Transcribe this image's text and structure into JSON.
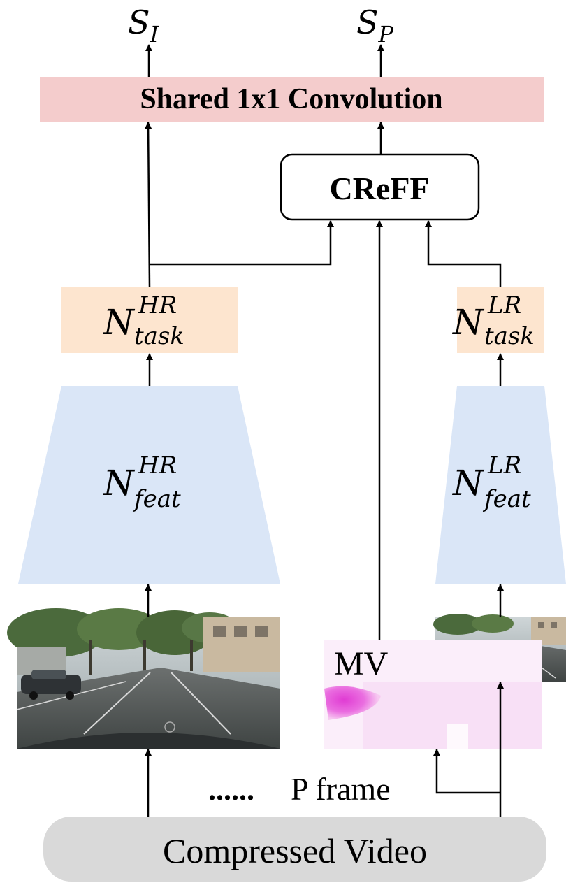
{
  "outputs": {
    "s_i": {
      "main": "S",
      "sub": "I"
    },
    "s_p": {
      "main": "S",
      "sub": "P"
    }
  },
  "shared_conv": {
    "label": "Shared 1x1 Convolution",
    "color": "#f4cccc"
  },
  "creff": {
    "label": "CReFF"
  },
  "hr_branch": {
    "task": {
      "main": "N",
      "sup": "HR",
      "sub": "task",
      "color": "#fde5cf"
    },
    "feat": {
      "main": "N",
      "sup": "HR",
      "sub": "feat",
      "color": "#dae6f7"
    },
    "image": {
      "name": "hr-street-scene-image"
    }
  },
  "lr_branch": {
    "task": {
      "main": "N",
      "sup": "LR",
      "sub": "task",
      "color": "#fde5cf"
    },
    "feat": {
      "main": "N",
      "sup": "LR",
      "sub": "feat",
      "color": "#dae6f7"
    },
    "image": {
      "name": "lr-street-scene-image"
    }
  },
  "motion_vector": {
    "label": "MV",
    "accent": "#e23fd6"
  },
  "p_frame": {
    "dots": "......",
    "label": "P frame"
  },
  "compressed_video": {
    "label": "Compressed Video",
    "color": "#d9d9d9"
  }
}
